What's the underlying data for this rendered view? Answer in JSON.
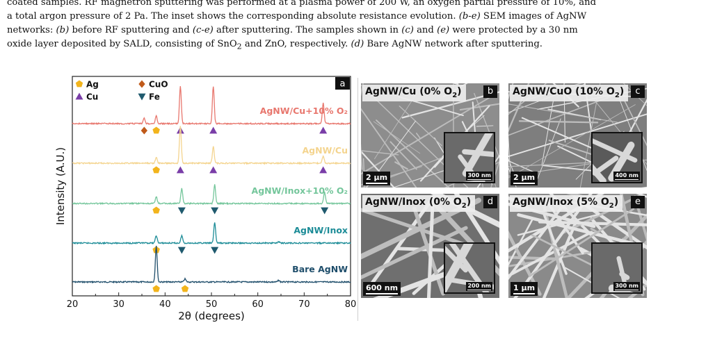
{
  "caption": {
    "line1": "coated samples. RF magnetron sputtering was performed at a plasma power of 200 W, an oxygen partial pressure of 10%, and",
    "line2a": "a total argon pressure of 2 Pa. The inset shows the corresponding absolute resistance evolution. ",
    "ref_be": "(b-e)",
    "line2b": " SEM images of AgNW",
    "line3a": "networks: ",
    "ref_b": "(b)",
    "line3b": " before RF sputtering and ",
    "ref_ce": "(c-e)",
    "line3c": " after sputtering. The samples shown in ",
    "ref_c": "(c)",
    "line3d": " and ",
    "ref_e": "(e)",
    "line3e": " were protected by a 30 nm",
    "line4a": "oxide layer deposited by SALD, consisting of SnO",
    "sub2a": "2",
    "line4b": " and ZnO, respectively. ",
    "ref_d": "(d)",
    "line4c": " Bare AgNW network after sputtering."
  },
  "chart_data": {
    "type": "line",
    "panel_letter": "a",
    "xlabel": "2θ (degrees)",
    "ylabel": "Intensity (A.U.)",
    "xlim": [
      20,
      80
    ],
    "xticks": [
      "20",
      "30",
      "40",
      "50",
      "60",
      "70",
      "80"
    ],
    "legend": [
      {
        "symbol": "pentagon",
        "label": "Ag",
        "color": "#f2b41c"
      },
      {
        "symbol": "diamond",
        "label": "CuO",
        "color": "#c05a1a"
      },
      {
        "symbol": "triangle-up",
        "label": "Cu",
        "color": "#7a3ea8"
      },
      {
        "symbol": "triangle-down",
        "label": "Fe",
        "color": "#1f5a6e"
      }
    ],
    "series": [
      {
        "name": "AgNW/Cu+10% O₂",
        "color": "#e8776e",
        "offset": 4,
        "peaks": [
          [
            35.5,
            0.15
          ],
          [
            38.1,
            0.2
          ],
          [
            43.3,
            1.0
          ],
          [
            50.4,
            1.0
          ],
          [
            74.1,
            0.55
          ]
        ],
        "markers": [
          {
            "x": 35.5,
            "m": "CuO"
          },
          {
            "x": 38.1,
            "m": "Ag"
          },
          {
            "x": 43.3,
            "m": "Cu"
          },
          {
            "x": 50.4,
            "m": "Cu"
          },
          {
            "x": 74.1,
            "m": "Cu"
          }
        ]
      },
      {
        "name": "AgNW/Cu",
        "color": "#f4d48e",
        "offset": 3,
        "peaks": [
          [
            38.1,
            0.15
          ],
          [
            43.3,
            1.0
          ],
          [
            50.4,
            0.45
          ],
          [
            74.1,
            0.2
          ]
        ],
        "markers": [
          {
            "x": 38.1,
            "m": "Ag"
          },
          {
            "x": 43.3,
            "m": "Cu"
          },
          {
            "x": 50.4,
            "m": "Cu"
          },
          {
            "x": 74.1,
            "m": "Cu"
          }
        ]
      },
      {
        "name": "AgNW/Inox+10% O₂",
        "color": "#74c69b",
        "offset": 2,
        "peaks": [
          [
            38.1,
            0.18
          ],
          [
            43.6,
            0.4
          ],
          [
            50.7,
            0.5
          ],
          [
            74.4,
            0.3
          ]
        ],
        "markers": [
          {
            "x": 38.1,
            "m": "Ag"
          },
          {
            "x": 43.6,
            "m": "Fe"
          },
          {
            "x": 50.7,
            "m": "Fe"
          },
          {
            "x": 74.4,
            "m": "Fe"
          }
        ]
      },
      {
        "name": "AgNW/Inox",
        "color": "#1c8c97",
        "offset": 1,
        "peaks": [
          [
            38.1,
            0.2
          ],
          [
            43.6,
            0.2
          ],
          [
            50.7,
            0.55
          ],
          [
            64.5,
            0.04
          ]
        ],
        "markers": [
          {
            "x": 38.1,
            "m": "Ag"
          },
          {
            "x": 43.6,
            "m": "Fe"
          },
          {
            "x": 50.7,
            "m": "Fe"
          }
        ]
      },
      {
        "name": "Bare AgNW",
        "color": "#1f4e6b",
        "offset": 0,
        "peaks": [
          [
            38.1,
            0.95
          ],
          [
            44.3,
            0.08
          ],
          [
            64.5,
            0.04
          ]
        ],
        "markers": [
          {
            "x": 38.1,
            "m": "Ag"
          },
          {
            "x": 44.3,
            "m": "Ag"
          }
        ]
      }
    ]
  },
  "sem": [
    {
      "letter": "b",
      "title": "AgNW/Cu (0% O",
      "sub": "2",
      "title_end": ")",
      "scale": "2 µm",
      "inset_scale": "300 nm",
      "tone": "#8d8d8d"
    },
    {
      "letter": "c",
      "title": "AgNW/CuO (10% O",
      "sub": "2",
      "title_end": ")",
      "scale": "2 µm",
      "inset_scale": "400 nm",
      "tone": "#7e7e7e"
    },
    {
      "letter": "d",
      "title": "AgNW/Inox (0% O",
      "sub": "2",
      "title_end": ")",
      "scale": "600 nm",
      "inset_scale": "200 nm",
      "tone": "#6f6f6f"
    },
    {
      "letter": "e",
      "title": "AgNW/Inox (5% O",
      "sub": "2",
      "title_end": ")",
      "scale": "1 µm",
      "inset_scale": "300 nm",
      "tone": "#8a8a8a"
    }
  ]
}
